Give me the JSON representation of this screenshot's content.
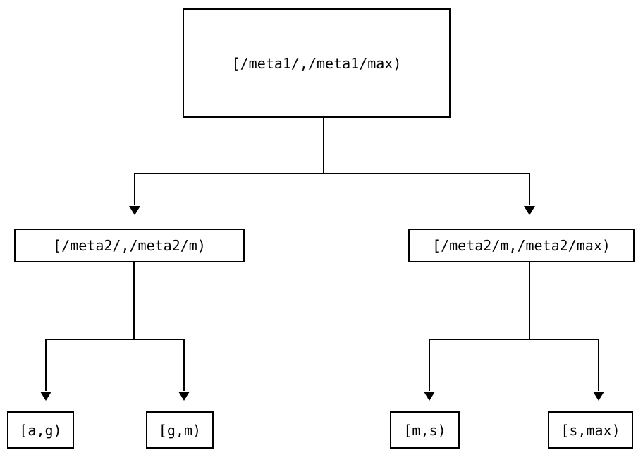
{
  "diagram": {
    "type": "range-partition-tree",
    "background_color": "#ffffff",
    "stroke_color": "#000000",
    "nodes": {
      "root": {
        "label": "[/meta1/,/meta1/max)"
      },
      "level2_left": {
        "label": "[/meta2/,/meta2/m)"
      },
      "level2_right": {
        "label": "[/meta2/m,/meta2/max)"
      },
      "leaf_1": {
        "label": "[a,g)"
      },
      "leaf_2": {
        "label": "[g,m)"
      },
      "leaf_3": {
        "label": "[m,s)"
      },
      "leaf_4": {
        "label": "[s,max)"
      }
    }
  }
}
